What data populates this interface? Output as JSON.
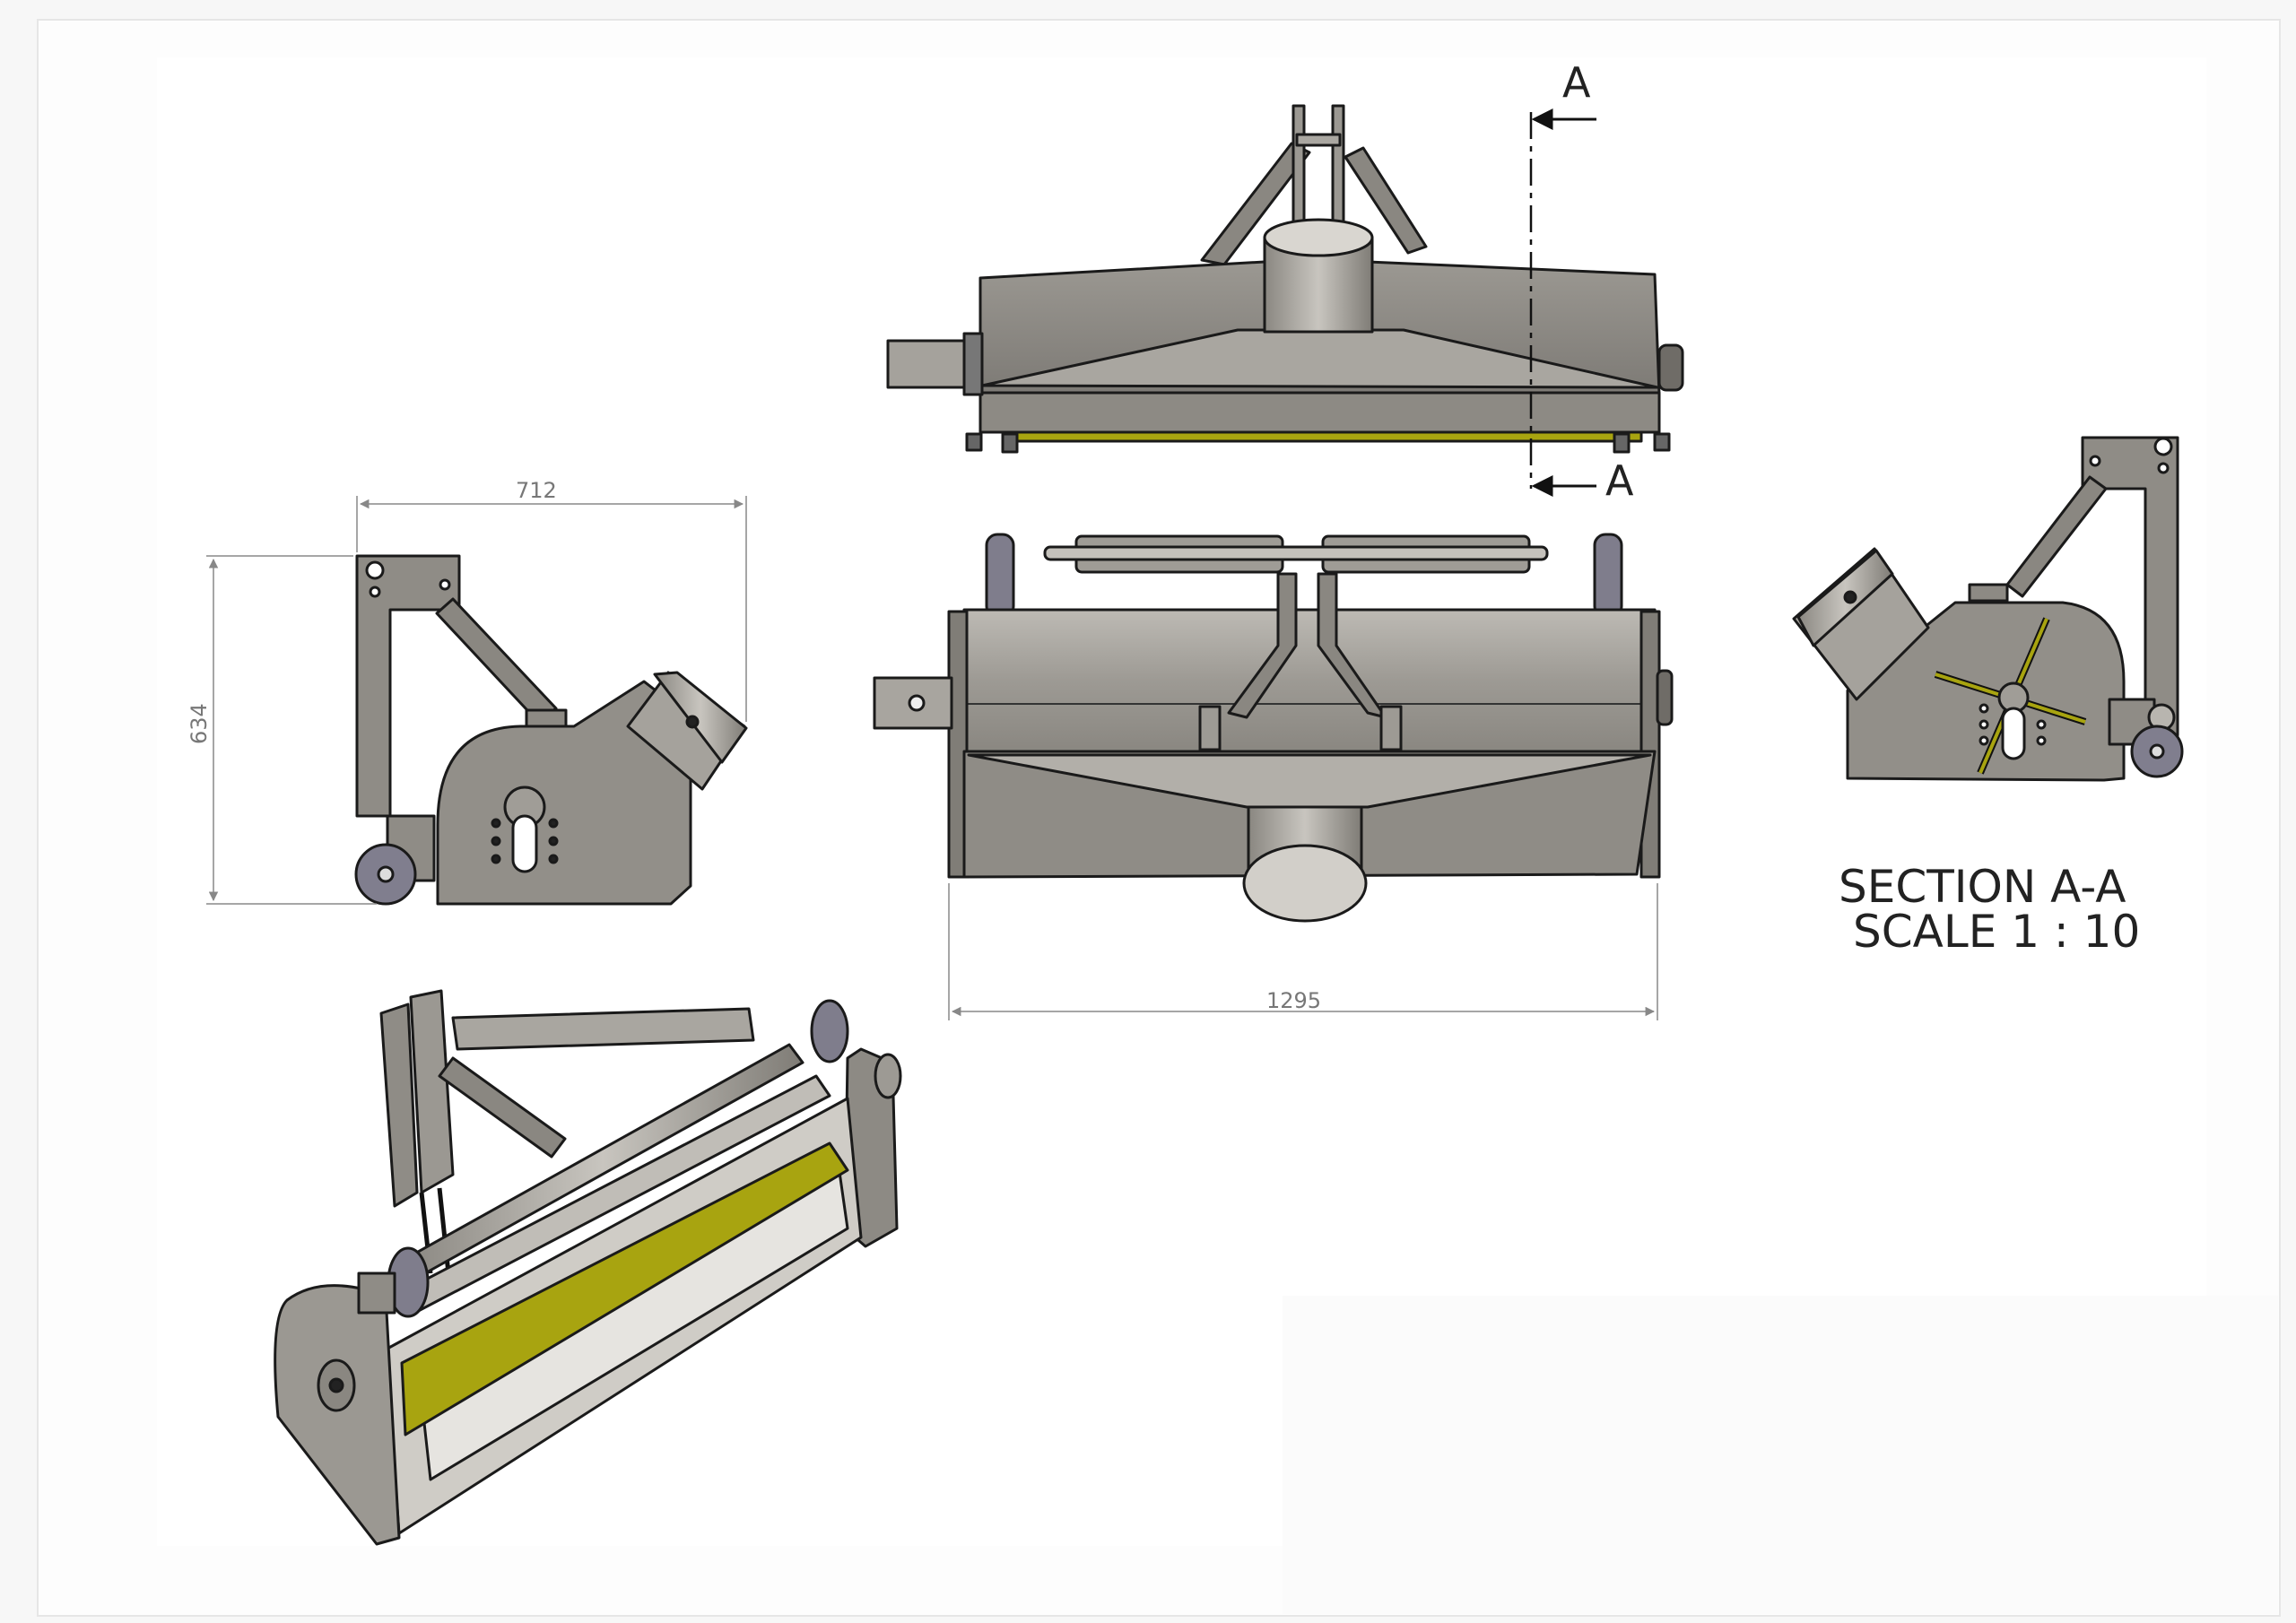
{
  "dimensions": {
    "width_dim": "712",
    "height_dim": "634",
    "length_dim": "1295"
  },
  "section": {
    "marker_letter": "A",
    "title": "SECTION A-A",
    "scale": "SCALE 1 : 10"
  },
  "colors": {
    "sheet_background": "#ffffff",
    "body_gray": "#8f8c86",
    "body_gray_light": "#aaa7a1",
    "body_gray_dark": "#6f6c67",
    "blade_yellow": "#a8a410",
    "outline": "#1a1a1a",
    "dimension_line": "#888888"
  }
}
